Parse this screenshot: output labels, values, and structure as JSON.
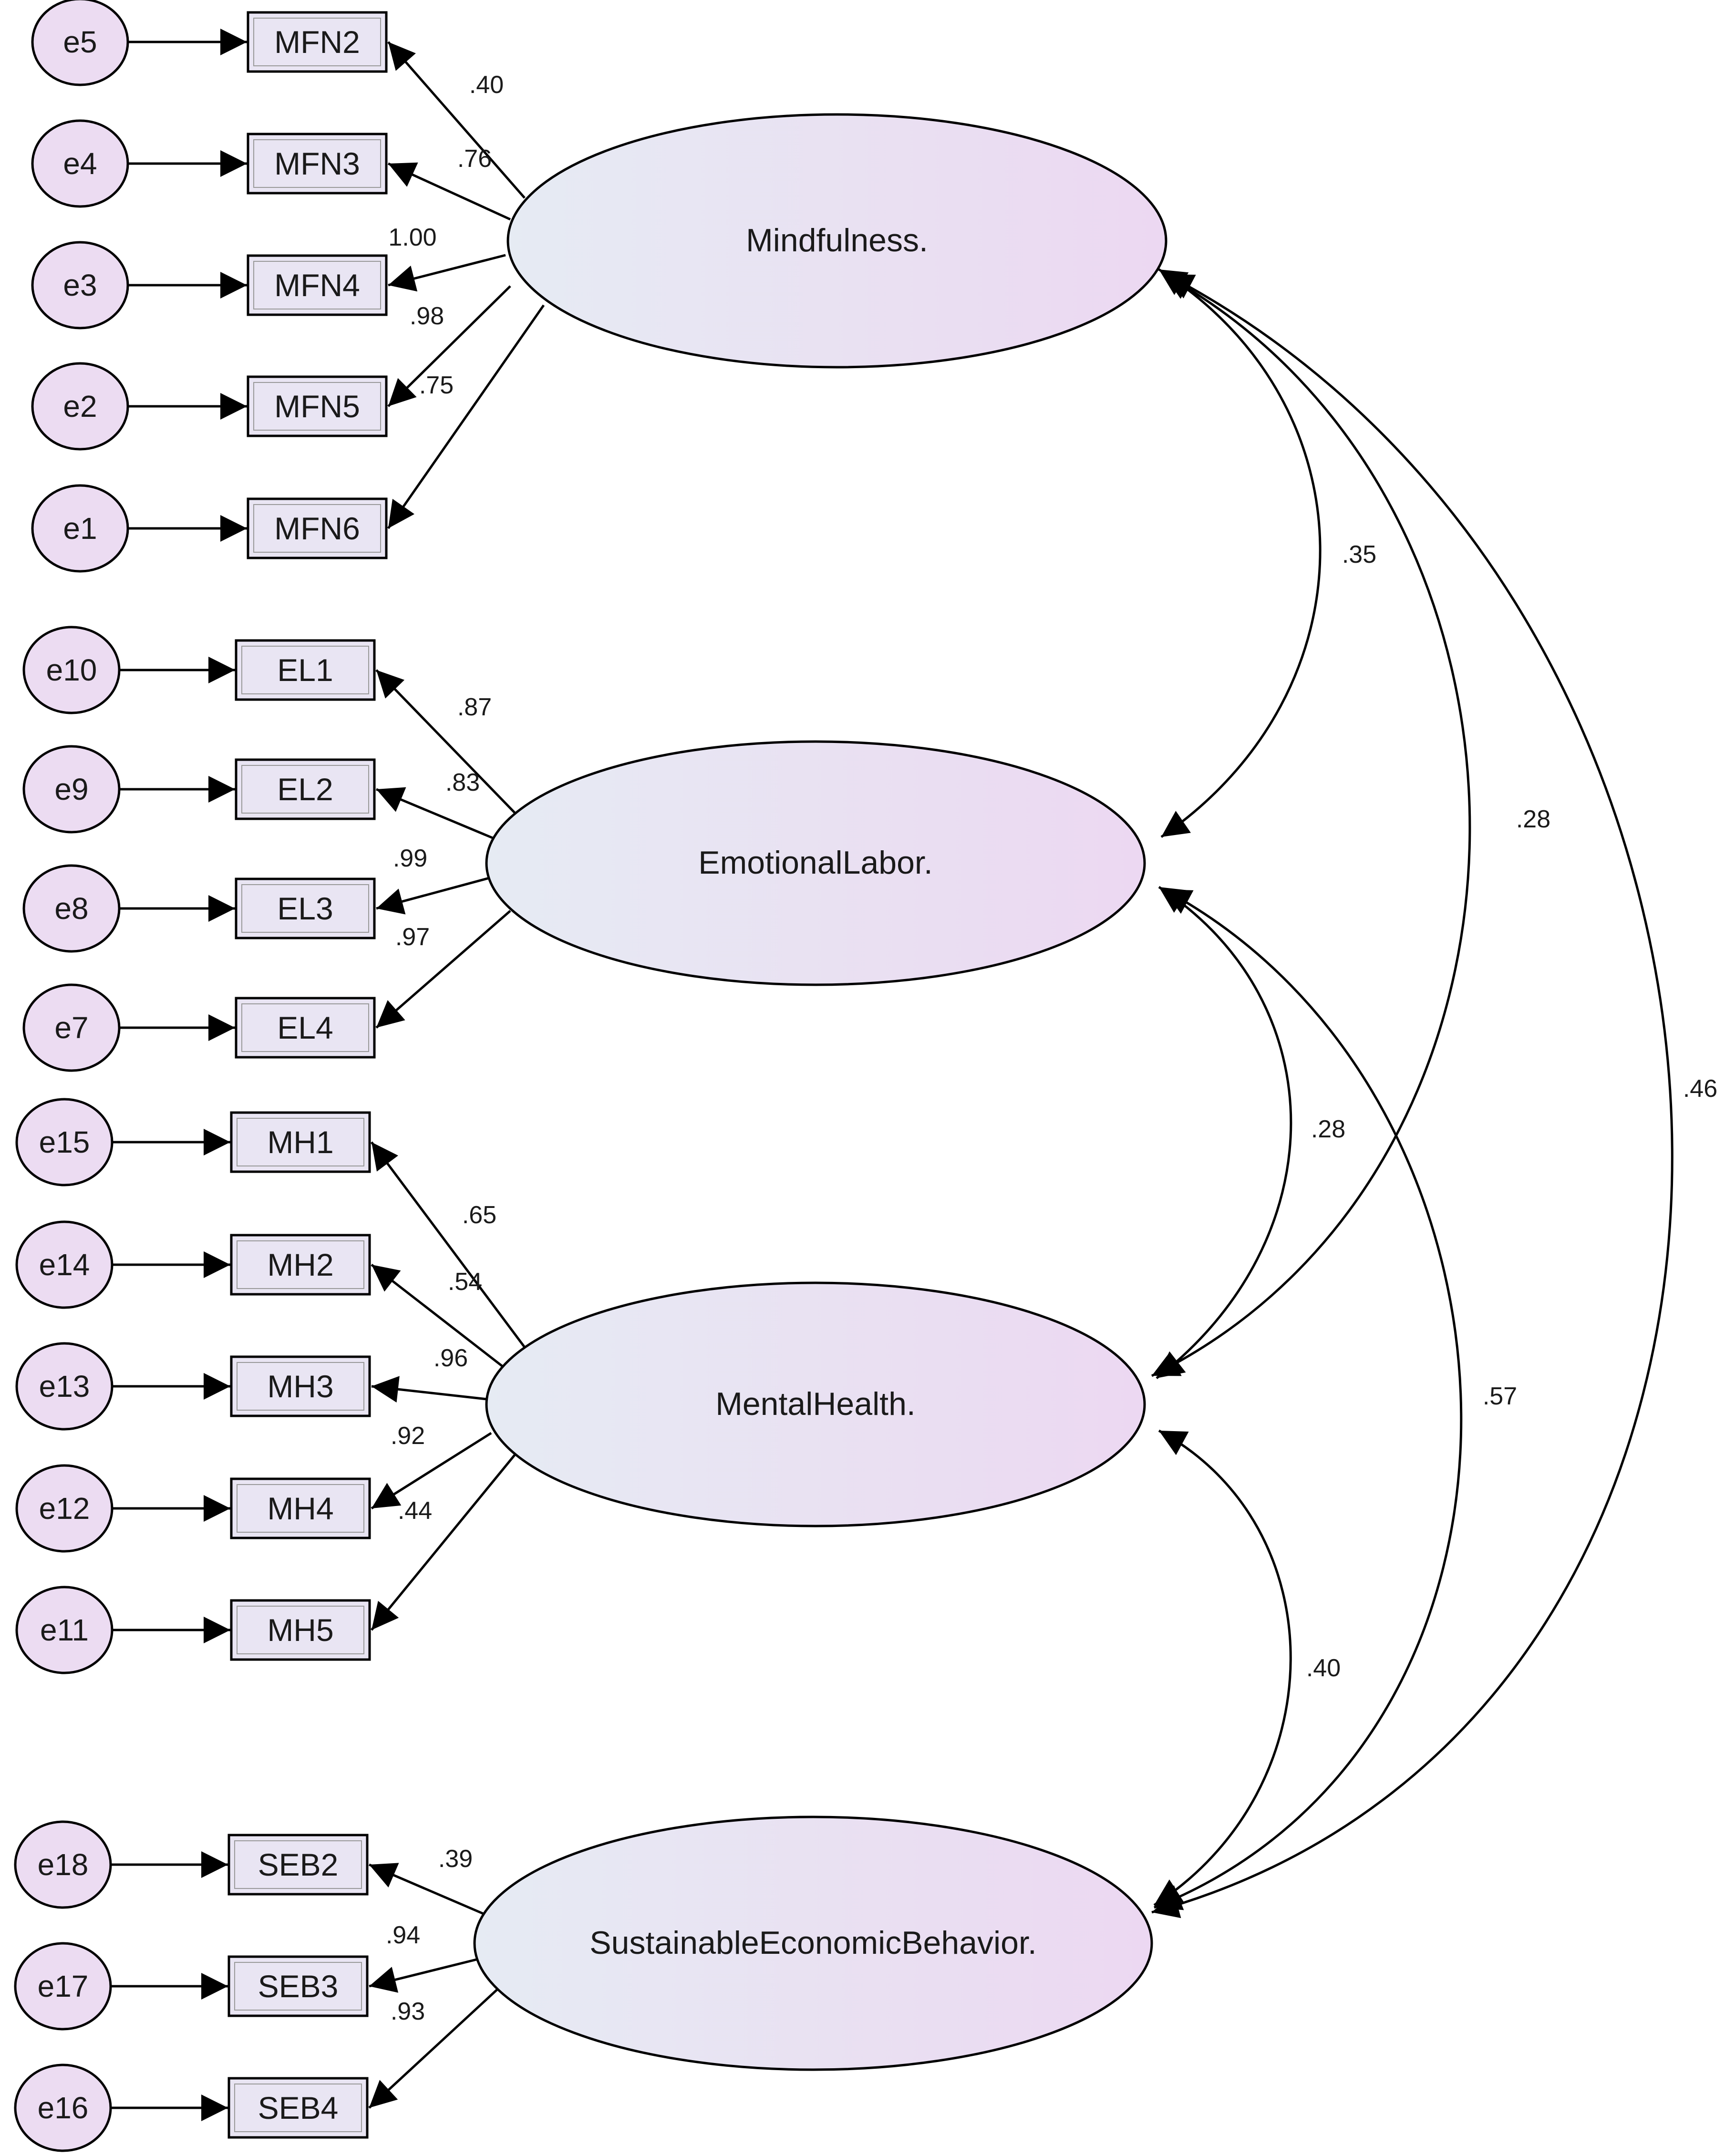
{
  "latents": [
    {
      "id": "MFN",
      "label": "Mindfulness."
    },
    {
      "id": "EL",
      "label": "EmotionalLabor."
    },
    {
      "id": "MH",
      "label": "MentalHealth."
    },
    {
      "id": "SEB",
      "label": "SustainableEconomicBehavior."
    }
  ],
  "indicators": [
    {
      "latent": "MFN",
      "label": "MFN2",
      "error": "e5",
      "loading": ".40"
    },
    {
      "latent": "MFN",
      "label": "MFN3",
      "error": "e4",
      "loading": ".76"
    },
    {
      "latent": "MFN",
      "label": "MFN4",
      "error": "e3",
      "loading": "1.00"
    },
    {
      "latent": "MFN",
      "label": "MFN5",
      "error": "e2",
      "loading": ".98"
    },
    {
      "latent": "MFN",
      "label": "MFN6",
      "error": "e1",
      "loading": ".75"
    },
    {
      "latent": "EL",
      "label": "EL1",
      "error": "e10",
      "loading": ".87"
    },
    {
      "latent": "EL",
      "label": "EL2",
      "error": "e9",
      "loading": ".83"
    },
    {
      "latent": "EL",
      "label": "EL3",
      "error": "e8",
      "loading": ".99"
    },
    {
      "latent": "EL",
      "label": "EL4",
      "error": "e7",
      "loading": ".97"
    },
    {
      "latent": "MH",
      "label": "MH1",
      "error": "e15",
      "loading": ".65"
    },
    {
      "latent": "MH",
      "label": "MH2",
      "error": "e14",
      "loading": ".54"
    },
    {
      "latent": "MH",
      "label": "MH3",
      "error": "e13",
      "loading": ".96"
    },
    {
      "latent": "MH",
      "label": "MH4",
      "error": "e12",
      "loading": ".92"
    },
    {
      "latent": "MH",
      "label": "MH5",
      "error": "e11",
      "loading": ".44"
    },
    {
      "latent": "SEB",
      "label": "SEB2",
      "error": "e18",
      "loading": ".39"
    },
    {
      "latent": "SEB",
      "label": "SEB3",
      "error": "e17",
      "loading": ".94"
    },
    {
      "latent": "SEB",
      "label": "SEB4",
      "error": "e16",
      "loading": ".93"
    }
  ],
  "correlations": [
    {
      "from": "MFN",
      "to": "EL",
      "value": ".35"
    },
    {
      "from": "MFN",
      "to": "MH",
      "value": ".28"
    },
    {
      "from": "MFN",
      "to": "SEB",
      "value": ".46"
    },
    {
      "from": "EL",
      "to": "MH",
      "value": ".28"
    },
    {
      "from": "EL",
      "to": "SEB",
      "value": ".57"
    },
    {
      "from": "MH",
      "to": "SEB",
      "value": ".40"
    }
  ]
}
